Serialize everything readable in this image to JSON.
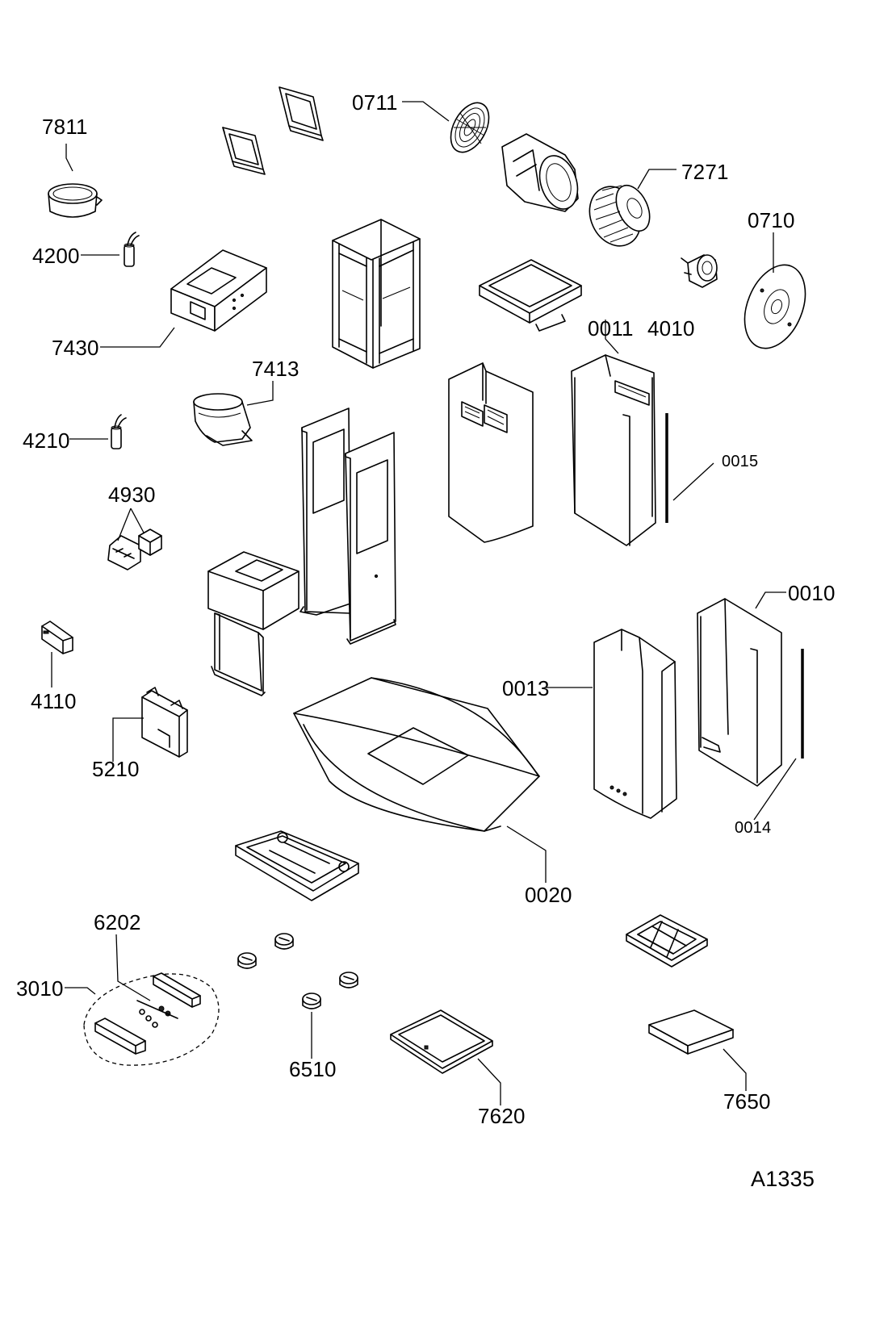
{
  "drawing": {
    "reference": "A1335"
  },
  "parts": {
    "p0711": "0711",
    "p7811": "7811",
    "p7271": "7271",
    "p0710": "0710",
    "p4200": "4200",
    "p4010": "4010",
    "p0011": "0011",
    "p7430": "7430",
    "p7413": "7413",
    "p4210": "4210",
    "p0015": "0015",
    "p4930": "4930",
    "p0010": "0010",
    "p4110": "4110",
    "p0013": "0013",
    "p5210": "5210",
    "p0014": "0014",
    "p0020": "0020",
    "p6202": "6202",
    "p3010": "3010",
    "p6510": "6510",
    "p7620": "7620",
    "p7650": "7650"
  }
}
